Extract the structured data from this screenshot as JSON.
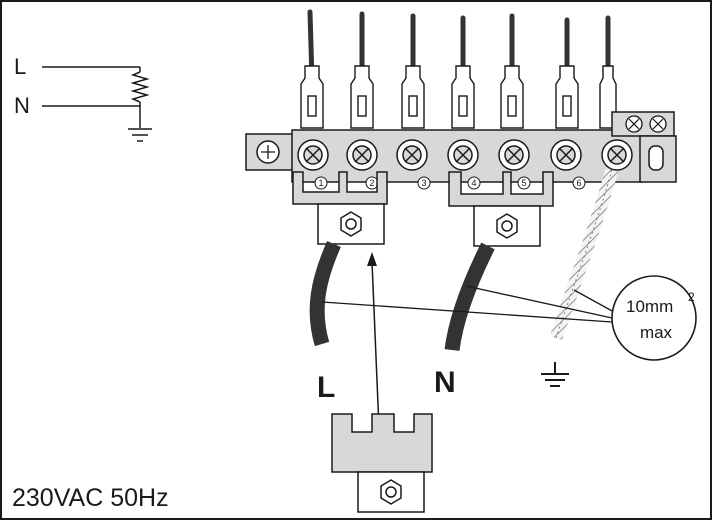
{
  "schematic": {
    "line_label": "L",
    "neutral_label": "N"
  },
  "terminal_numbers": [
    "1",
    "2",
    "3",
    "4",
    "5",
    "6"
  ],
  "cables": {
    "line_label": "L",
    "neutral_label": "N"
  },
  "size_callout": {
    "value": "10mm",
    "superscript": "2",
    "suffix": "max"
  },
  "supply": "230VAC 50Hz",
  "icons": [
    "earth-ground-symbol",
    "screw-terminal",
    "jumper-bridge",
    "resistor"
  ],
  "colors": {
    "ink": "#1a1a1a",
    "fill": "#d8d8d8",
    "cable": "#333333"
  }
}
